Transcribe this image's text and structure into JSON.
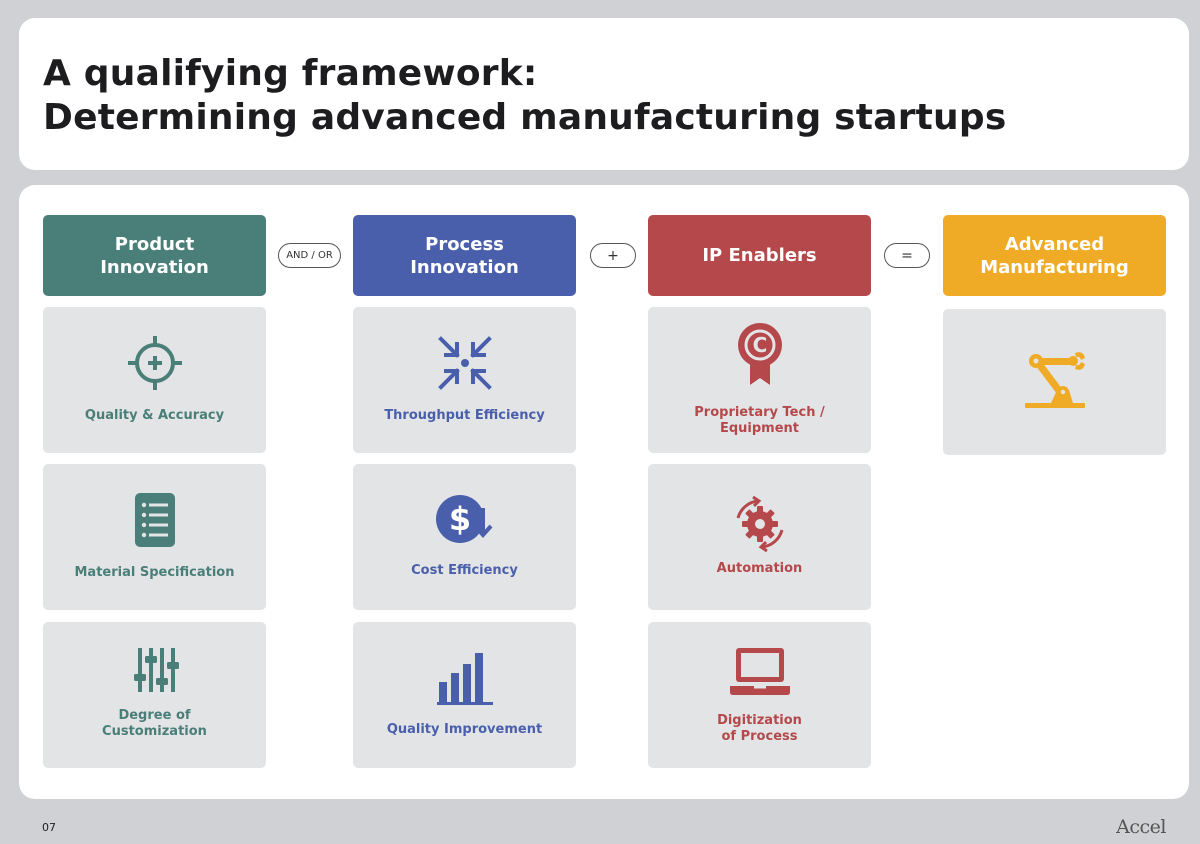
{
  "title": {
    "line1": "A qualifying framework:",
    "line2": "Determining advanced manufacturing startups"
  },
  "colors": {
    "product": "#4a7e78",
    "process": "#4a5fac",
    "ip": "#b5484a",
    "advanced": "#f0ab26"
  },
  "columns": {
    "product": {
      "header": "Product\nInnovation",
      "tiles": [
        {
          "label": "Quality & Accuracy",
          "icon": "crosshair-plus-icon"
        },
        {
          "label": "Material Specification",
          "icon": "document-list-icon"
        },
        {
          "label": "Degree of\nCustomization",
          "icon": "sliders-icon"
        }
      ]
    },
    "process": {
      "header": "Process\nInnovation",
      "tiles": [
        {
          "label": "Throughput Efficiency",
          "icon": "converging-arrows-icon"
        },
        {
          "label": "Cost Efficiency",
          "icon": "dollar-down-icon"
        },
        {
          "label": "Quality Improvement",
          "icon": "bar-chart-icon"
        }
      ]
    },
    "ip": {
      "header": "IP Enablers",
      "tiles": [
        {
          "label": "Proprietary Tech /\nEquipment",
          "icon": "copyright-ribbon-icon"
        },
        {
          "label": "Automation",
          "icon": "gear-cycle-icon"
        },
        {
          "label": "Digitization\nof Process",
          "icon": "laptop-icon"
        }
      ]
    },
    "advanced": {
      "header": "Advanced\nManufacturing",
      "tiles": [
        {
          "label": "",
          "icon": "robot-arm-icon"
        }
      ]
    }
  },
  "operators": {
    "and_or": "AND / OR",
    "plus": "+",
    "equals": "="
  },
  "footer": {
    "page": "07",
    "brand": "Accel"
  }
}
